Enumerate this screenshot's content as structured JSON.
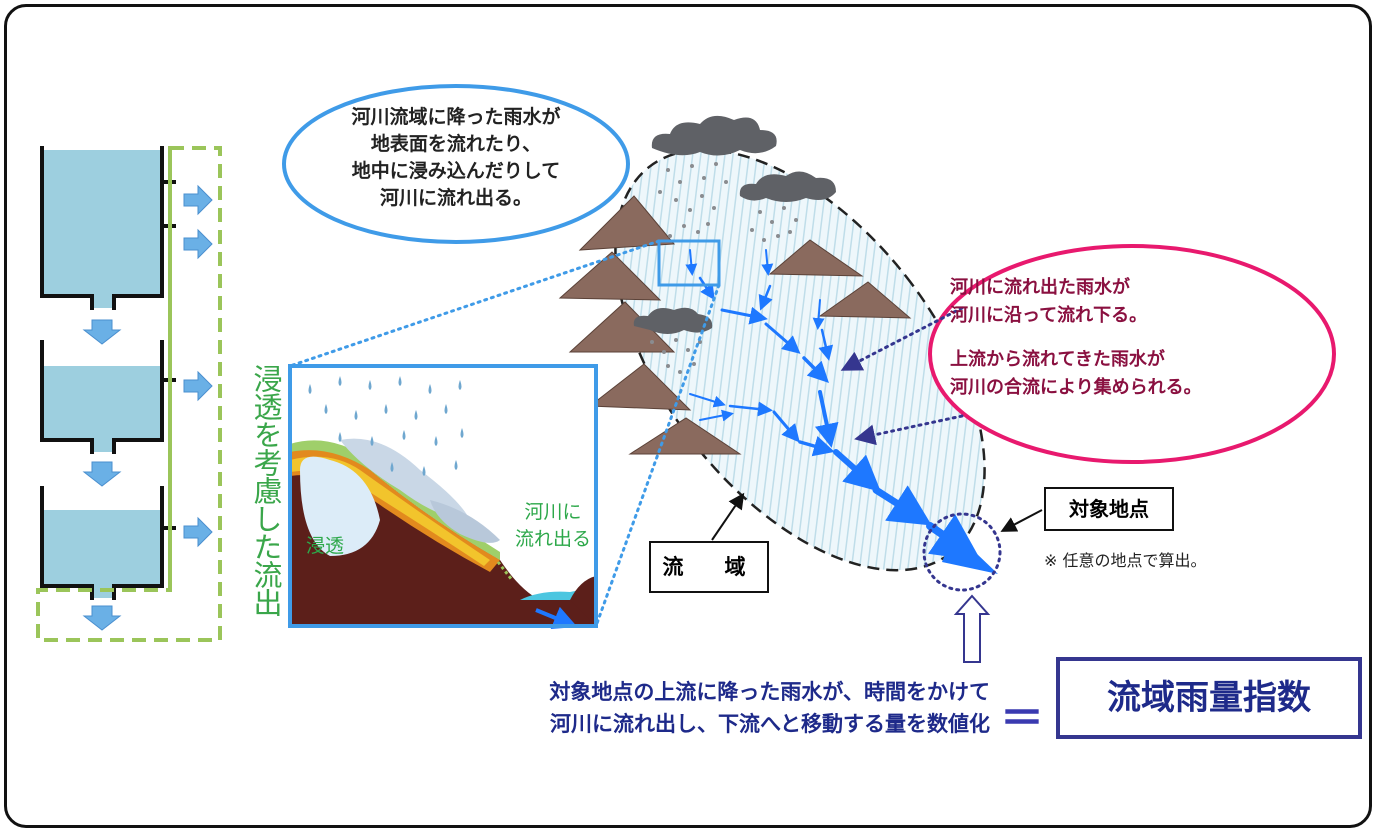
{
  "callout_top": {
    "lines": [
      "河川流域に降った雨水が",
      "地表面を流れたり、",
      "地中に浸み込んだりして",
      "河川に流れ出る。"
    ]
  },
  "callout_right": {
    "line1": "河川に流れ出た雨水が",
    "line2": "河川に沿って流れ下る。",
    "line3": "上流から流れてきた雨水が",
    "line4": "河川の合流により集められる。"
  },
  "vertical_label": "浸透を考慮した流出",
  "inset": {
    "infiltration_label": "浸透",
    "river_outflow_line1": "河川に",
    "river_outflow_line2": "流れ出る"
  },
  "basin_label": "流　域",
  "target_point": {
    "label": "対象地点",
    "note": "※ 任意の地点で算出。"
  },
  "bottom": {
    "line1": "対象地点の上流に降った雨水が、時間をかけて",
    "line2": "河川に流れ出し、下流へと移動する量を数値化",
    "equals": "＝",
    "index_name": "流域雨量指数"
  },
  "colors": {
    "tank_water": "#9dcfdf",
    "arrow_blue": "#1e78ff",
    "pink_border": "#e8196e",
    "blue_border": "#3f9be8",
    "green_dash": "#9bc55a",
    "navy": "#35368f"
  }
}
